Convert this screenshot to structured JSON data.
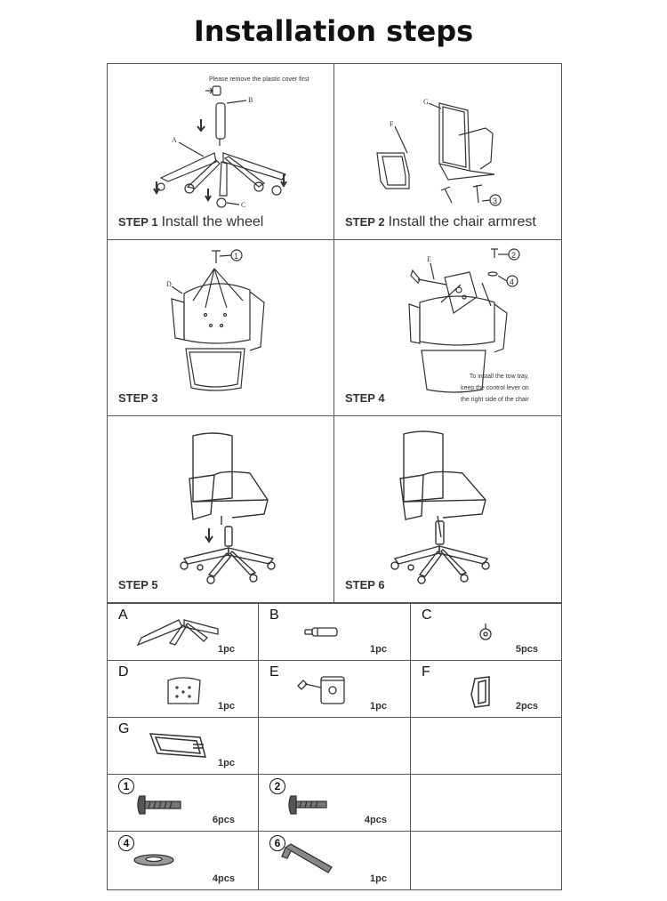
{
  "title": "Installation steps",
  "steps": [
    {
      "num": "STEP 1",
      "text": "Install the wheel",
      "note": "Please remove the plastic cover first"
    },
    {
      "num": "STEP 2",
      "text": "Install the chair armrest"
    },
    {
      "num": "STEP 3",
      "text": ""
    },
    {
      "num": "STEP 4",
      "text": "",
      "note_lines": [
        "To install the tow tray,",
        "keep the control lever on",
        "the right side of the chair"
      ]
    },
    {
      "num": "STEP 5",
      "text": ""
    },
    {
      "num": "STEP 6",
      "text": ""
    }
  ],
  "diagram_labels": {
    "s1_b": "B",
    "s1_a": "A",
    "s1_c": "C",
    "s2_g": "G",
    "s2_f": "F",
    "s2_screw": "3",
    "s3_d": "D",
    "s3_screw": "1",
    "s4_e": "E",
    "s4_screw": "2",
    "s4_washer": "4"
  },
  "parts": [
    {
      "id": "A",
      "qty": "1pc"
    },
    {
      "id": "B",
      "qty": "1pc"
    },
    {
      "id": "C",
      "qty": "5pcs"
    },
    {
      "id": "D",
      "qty": "1pc"
    },
    {
      "id": "E",
      "qty": "1pc"
    },
    {
      "id": "F",
      "qty": "2pcs"
    },
    {
      "id": "G",
      "qty": "1pc"
    },
    {
      "id": "1",
      "qty": "6pcs"
    },
    {
      "id": "2",
      "qty": "4pcs"
    },
    {
      "id": "4",
      "qty": "4pcs"
    },
    {
      "id": "6",
      "qty": "1pc"
    }
  ]
}
